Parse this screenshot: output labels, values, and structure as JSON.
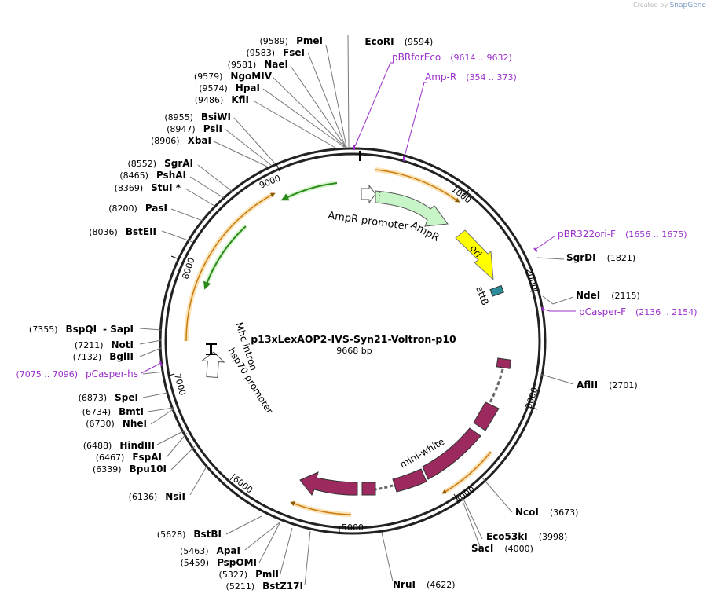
{
  "watermark": {
    "prefix": "Created by",
    "brand": "SnapGene"
  },
  "plasmid": {
    "name": "p13xLexAOP2-IVS-Syn21-Voltron-p10",
    "size": "9668 bp",
    "length": 9668
  },
  "ticks": [
    {
      "pos": 1000,
      "label": "1000"
    },
    {
      "pos": 2000,
      "label": "2000"
    },
    {
      "pos": 3000,
      "label": "3000"
    },
    {
      "pos": 4000,
      "label": "4000"
    },
    {
      "pos": 5000,
      "label": "5000"
    },
    {
      "pos": 6000,
      "label": "6000"
    },
    {
      "pos": 7000,
      "label": "7000"
    },
    {
      "pos": 8000,
      "label": "8000"
    },
    {
      "pos": 9000,
      "label": "9000"
    }
  ],
  "sites_right": [
    {
      "name": "SgrDI",
      "pos": "(1821)",
      "bp": 1821
    },
    {
      "name": "NdeI",
      "pos": "(2115)",
      "bp": 2115
    },
    {
      "name": "AflII",
      "pos": "(2701)",
      "bp": 2701
    },
    {
      "name": "NcoI",
      "pos": "(3673)",
      "bp": 3673
    },
    {
      "name": "Eco53kI",
      "pos": "(3998)",
      "bp": 3998
    },
    {
      "name": "SacI",
      "pos": "(4000)",
      "bp": 4000
    },
    {
      "name": "NruI",
      "pos": "(4622)",
      "bp": 4622
    }
  ],
  "sites_left": [
    {
      "name": "EcoRI",
      "pos": "(9594)",
      "bp": 9594
    },
    {
      "name": "PmeI",
      "pos": "(9589)",
      "bp": 9589
    },
    {
      "name": "FseI",
      "pos": "(9583)",
      "bp": 9583
    },
    {
      "name": "NaeI",
      "pos": "(9581)",
      "bp": 9581
    },
    {
      "name": "NgoMIV",
      "pos": "(9579)",
      "bp": 9579
    },
    {
      "name": "HpaI",
      "pos": "(9574)",
      "bp": 9574
    },
    {
      "name": "KflI",
      "pos": "(9486)",
      "bp": 9486
    },
    {
      "name": "BsiWI",
      "pos": "(8955)",
      "bp": 8955
    },
    {
      "name": "PsiI",
      "pos": "(8947)",
      "bp": 8947
    },
    {
      "name": "XbaI",
      "pos": "(8906)",
      "bp": 8906
    },
    {
      "name": "SgrAI",
      "pos": "(8552)",
      "bp": 8552
    },
    {
      "name": "PshAI",
      "pos": "(8465)",
      "bp": 8465
    },
    {
      "name": "StuI *",
      "pos": "(8369)",
      "bp": 8369
    },
    {
      "name": "PasI",
      "pos": "(8200)",
      "bp": 8200
    },
    {
      "name": "BstEII",
      "pos": "(8036)",
      "bp": 8036
    },
    {
      "name": "BspQI",
      "pos": "(7355)",
      "bp": 7355,
      "extra": "- SapI"
    },
    {
      "name": "NotI",
      "pos": "(7211)",
      "bp": 7211
    },
    {
      "name": "BglII",
      "pos": "(7132)",
      "bp": 7132
    },
    {
      "name": "SpeI",
      "pos": "(6873)",
      "bp": 6873
    },
    {
      "name": "BmtI",
      "pos": "(6734)",
      "bp": 6734
    },
    {
      "name": "NheI",
      "pos": "(6730)",
      "bp": 6730
    },
    {
      "name": "HindIII",
      "pos": "(6488)",
      "bp": 6488
    },
    {
      "name": "FspAI",
      "pos": "(6467)",
      "bp": 6467
    },
    {
      "name": "Bpu10I",
      "pos": "(6339)",
      "bp": 6339
    },
    {
      "name": "NsiI",
      "pos": "(6136)",
      "bp": 6136
    },
    {
      "name": "BstBI",
      "pos": "(5628)",
      "bp": 5628
    },
    {
      "name": "ApaI",
      "pos": "(5463)",
      "bp": 5463
    },
    {
      "name": "PspOMI",
      "pos": "(5459)",
      "bp": 5459
    },
    {
      "name": "PmlI",
      "pos": "(5327)",
      "bp": 5327
    },
    {
      "name": "BstZ17I",
      "pos": "(5211)",
      "bp": 5211
    }
  ],
  "primers": [
    {
      "name": "pBRforEco",
      "range": "(9614 .. 9632)"
    },
    {
      "name": "Amp-R",
      "range": "(354 .. 373)"
    },
    {
      "name": "pBR322ori-F",
      "range": "(1656 .. 1675)"
    },
    {
      "name": "pCasper-F",
      "range": "(2136 .. 2154)"
    },
    {
      "name": "pCasper-hs",
      "range": "(7075 .. 7096)"
    }
  ],
  "features": [
    {
      "name": "AmpR promoter",
      "color": "#c8f5c8"
    },
    {
      "name": "AmpR",
      "color": "#c8f5c8"
    },
    {
      "name": "ori",
      "color": "#ffff00"
    },
    {
      "name": "attB",
      "color": "#2e8b9a"
    },
    {
      "name": "mini-white",
      "color": "#9c2a5e"
    },
    {
      "name": "hsp70 promoter",
      "color": "#ffffff"
    },
    {
      "name": "Mhc intron",
      "color": "#000000"
    }
  ],
  "colors": {
    "primer": "#9a2fc9",
    "orf_orange": "#f0a030",
    "orf_green": "#2a8a1a",
    "feature_maroon": "#9c2a5e"
  }
}
